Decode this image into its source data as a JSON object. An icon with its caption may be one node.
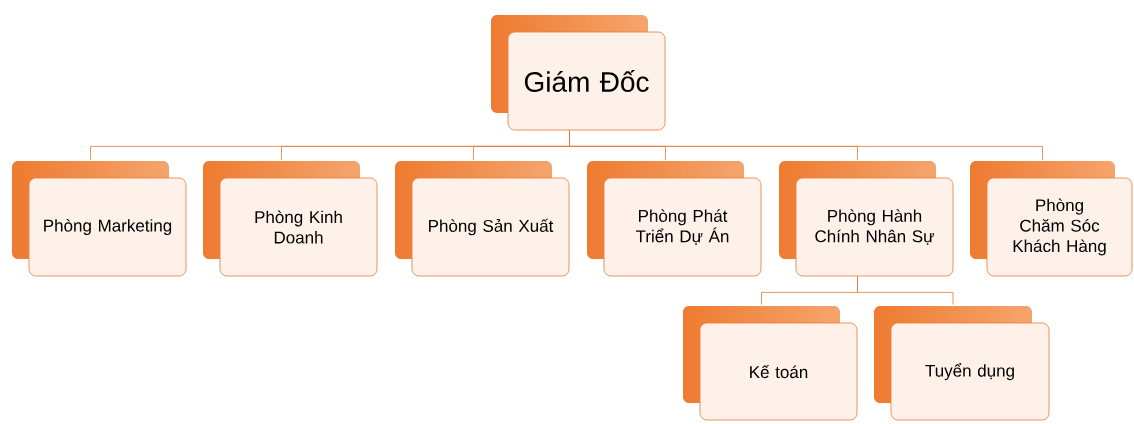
{
  "diagram": {
    "nodes": [
      {
        "text": [
          "Giám Đốc"
        ]
      },
      {
        "text": [
          "Phòng Marketing"
        ]
      },
      {
        "text": [
          "Phòng Kinh Doanh"
        ]
      },
      {
        "text": [
          "Phòng Sản Xuất"
        ]
      },
      {
        "text": [
          "Phòng Phát Triển Dự Án"
        ]
      },
      {
        "text": [
          "Phòng Hành Chính Nhân Sự"
        ]
      },
      {
        "text": [
          "Phòng Chăm Sóc Khách Hàng"
        ]
      },
      {
        "text": [
          "Kế toán"
        ]
      },
      {
        "text": [
          "Tuyển dụng"
        ]
      }
    ],
    "edges": [
      {
        "from": 0,
        "to": 1,
        "arrow": "none"
      },
      {
        "from": 0,
        "to": 2,
        "arrow": "none"
      },
      {
        "from": 0,
        "to": 3,
        "arrow": "none"
      },
      {
        "from": 0,
        "to": 4,
        "arrow": "none"
      },
      {
        "from": 0,
        "to": 5,
        "arrow": "none"
      },
      {
        "from": 0,
        "to": 6,
        "arrow": "none"
      },
      {
        "from": 5,
        "to": 7,
        "arrow": "none"
      },
      {
        "from": 5,
        "to": 8,
        "arrow": "none"
      }
    ]
  }
}
